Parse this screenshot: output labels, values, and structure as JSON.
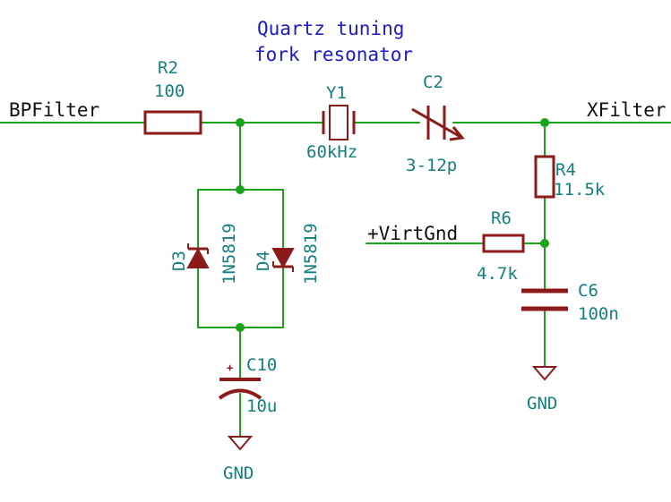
{
  "note": {
    "line1": "Quartz tuning",
    "line2": "fork resonator"
  },
  "nets": {
    "input": "BPFilter",
    "output": "XFilter",
    "virtgnd": "+VirtGnd",
    "gnd_left": "GND",
    "gnd_right": "GND"
  },
  "components": {
    "r2": {
      "ref": "R2",
      "value": "100"
    },
    "y1": {
      "ref": "Y1",
      "value": "60kHz"
    },
    "c2": {
      "ref": "C2",
      "value": "3-12p"
    },
    "r4": {
      "ref": "R4",
      "value": "11.5k"
    },
    "r6": {
      "ref": "R6",
      "value": "4.7k"
    },
    "c6": {
      "ref": "C6",
      "value": "100n"
    },
    "d3": {
      "ref": "D3",
      "value": "1N5819"
    },
    "d4": {
      "ref": "D4",
      "value": "1N5819"
    },
    "c10": {
      "ref": "C10",
      "value": "10u",
      "polarity": "+"
    }
  },
  "colors": {
    "wire": "#19a319",
    "component": "#8c1a1a",
    "reference_text": "#137f7f",
    "net_label": "#111111",
    "note_text": "#1a1acc"
  }
}
